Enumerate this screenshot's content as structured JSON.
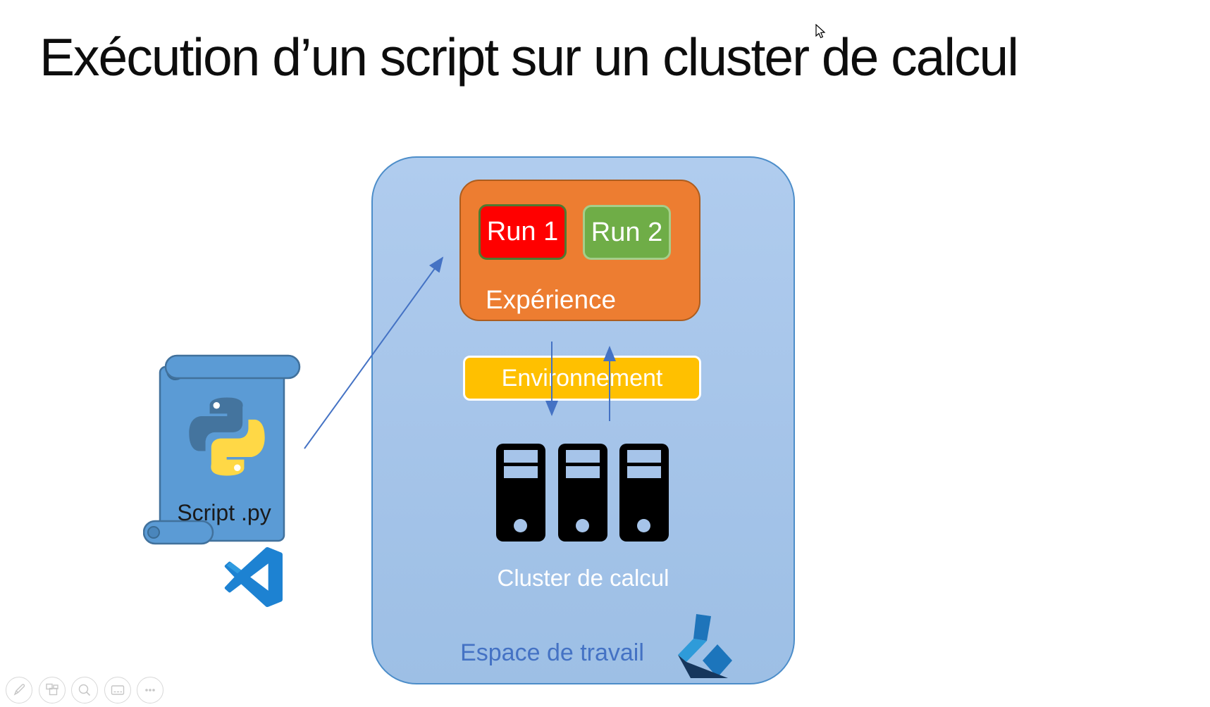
{
  "slide": {
    "title": "Exécution d’un script sur un cluster de calcul"
  },
  "workspace": {
    "label": "Espace de travail",
    "fill": "#A6C4E9",
    "border_color": "#4C8DC9"
  },
  "experiment": {
    "label": "Expérience",
    "fill": "#ED7D31",
    "runs": [
      {
        "label": "Run 1",
        "fill": "#FF0000",
        "border_color": "#4E7A31"
      },
      {
        "label": "Run 2",
        "fill": "#6FAD47",
        "border_color": "#A5CE8A"
      }
    ]
  },
  "environment": {
    "label": "Environnement",
    "fill": "#FFC000"
  },
  "cluster": {
    "label": "Cluster de calcul",
    "server_count": 3,
    "server_color": "#000000"
  },
  "script": {
    "label": "Script .py"
  },
  "icons": {
    "python": "python-logo",
    "vscode": "vscode-logo",
    "azure_ml": "azure-ml-workspace-logo",
    "cursor": "arrow-pointer"
  },
  "arrows": {
    "color": "#4472C4",
    "list": [
      "script-to-experiment",
      "environment-to-cluster-down",
      "cluster-to-environment-up"
    ]
  },
  "presenter_toolbar": {
    "buttons": [
      {
        "name": "pen"
      },
      {
        "name": "see-all-slides"
      },
      {
        "name": "zoom"
      },
      {
        "name": "captions"
      },
      {
        "name": "more-options"
      }
    ]
  }
}
